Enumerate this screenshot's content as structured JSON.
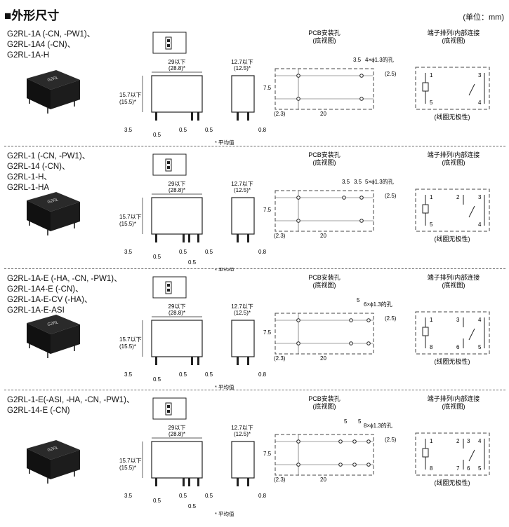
{
  "header": {
    "title": "■外形尺寸",
    "unit": "(单位：mm)"
  },
  "labels": {
    "pcb_title": "PCB安装孔",
    "pcb_sub": "(底视图)",
    "term_title": "端子排列/内部连接",
    "term_sub": "(底视图)",
    "no_polarity": "(线圈无极性)",
    "average": "* 平均值",
    "w_main": "29以下",
    "w_sub": "(28.8)*",
    "d_main": "12.7以下",
    "d_sub": "(12.5)*",
    "h_main": "15.7以下",
    "h_sub": "(15.5)*",
    "d35": "3.5",
    "d05": "0.5",
    "d08": "0.8",
    "d75": "7.5",
    "d20": "20",
    "d23": "(2.3)",
    "d25": "(2.5)",
    "d5": "5",
    "product_text": "G2RL"
  },
  "sections": [
    {
      "models": [
        "G2RL-1A (-CN, -PW1)、",
        "G2RL-1A4 (-CN)、",
        "G2RL-1A-H"
      ],
      "holes": "4×ϕ1.3的孔",
      "pins": {
        "tl": "1",
        "bl": "5",
        "tr": "3",
        "br": "4",
        "tm": "",
        "bm": ""
      }
    },
    {
      "models": [
        "G2RL-1 (-CN, -PW1)、",
        "G2RL-14 (-CN)、",
        "G2RL-1-H、",
        "G2RL-1-HA"
      ],
      "holes": "5×ϕ1.3的孔",
      "pins": {
        "tl": "1",
        "bl": "5",
        "tr": "3",
        "br": "4",
        "tm": "2",
        "bm": ""
      }
    },
    {
      "models": [
        "G2RL-1A-E (-HA, -CN, -PW1)、",
        "G2RL-1A4-E (-CN)、",
        "G2RL-1A-E-CV (-HA)、",
        "G2RL-1A-E-ASI"
      ],
      "holes": "6×ϕ1.3的孔",
      "pins": {
        "tl": "1",
        "bl": "8",
        "tr": "4",
        "br": "5",
        "tm": "3",
        "bm": "6"
      }
    },
    {
      "models": [
        "G2RL-1-E(-ASI, -HA, -CN, -PW1)、",
        "G2RL-14-E (-CN)"
      ],
      "holes": "8×ϕ1.3的孔",
      "pins": {
        "tl": "1",
        "bl": "8",
        "tr": "4",
        "br": "5",
        "tm": "2",
        "bm": "7",
        "tm2": "3",
        "bm2": "6"
      }
    }
  ]
}
